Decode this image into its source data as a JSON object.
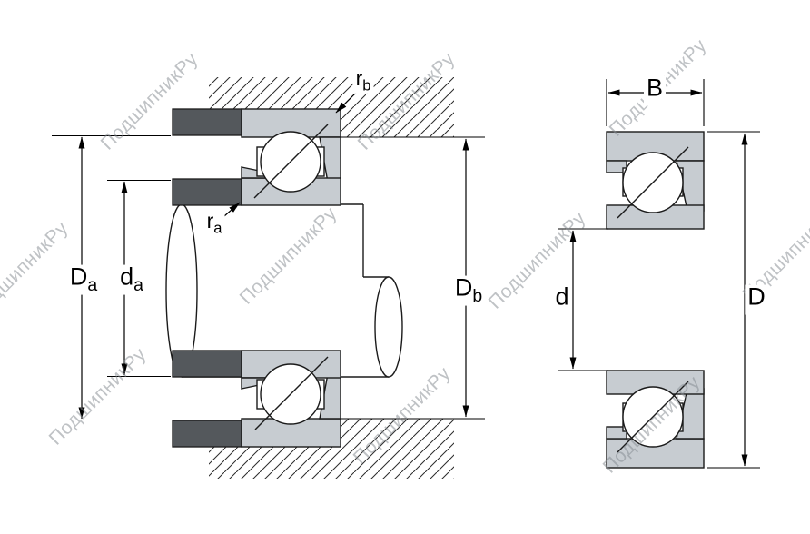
{
  "watermark": {
    "text": "ПодшипникРу"
  },
  "colors": {
    "ring_fill": "#c7ccd1",
    "spacer_fill": "#54585c",
    "line": "#1b1b1b",
    "watermark": "#868c92"
  },
  "dimensions": {
    "Da": {
      "base": "D",
      "sub": "a"
    },
    "da": {
      "base": "d",
      "sub": "a"
    },
    "Db": {
      "base": "D",
      "sub": "b"
    },
    "ra": {
      "base": "r",
      "sub": "a"
    },
    "rb": {
      "base": "r",
      "sub": "b"
    },
    "B": {
      "base": "B",
      "sub": ""
    },
    "d": {
      "base": "d",
      "sub": ""
    },
    "D": {
      "base": "D",
      "sub": ""
    }
  }
}
